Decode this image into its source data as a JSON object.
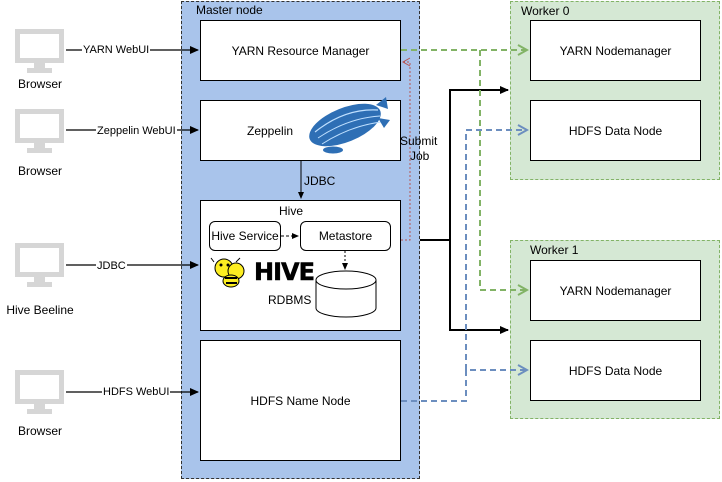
{
  "master": {
    "title": "Master node",
    "yarn_rm": "YARN Resource Manager",
    "zeppelin": "Zeppelin",
    "hive_title": "Hive",
    "hive_service": "Hive Service",
    "metastore": "Metastore",
    "hive_logo": "HIVE",
    "rdbms": "RDBMS",
    "hdfs_nn": "HDFS Name Node"
  },
  "workers": [
    {
      "title": "Worker 0",
      "yarn_nm": "YARN Nodemanager",
      "hdfs_dn": "HDFS Data Node"
    },
    {
      "title": "Worker 1",
      "yarn_nm": "YARN Nodemanager",
      "hdfs_dn": "HDFS Data Node"
    }
  ],
  "clients": [
    {
      "label": "Browser",
      "edge": "YARN WebUI",
      "icon": "monitor-icon"
    },
    {
      "label": "Browser",
      "edge": "Zeppelin WebUI",
      "icon": "monitor-icon"
    },
    {
      "label": "Hive Beeline",
      "edge": "JDBC",
      "icon": "monitor-icon"
    },
    {
      "label": "Browser",
      "edge": "HDFS WebUI",
      "icon": "monitor-icon"
    }
  ],
  "edges": {
    "jdbc": "JDBC",
    "submit_job_line1": "Submit",
    "submit_job_line2": "Job"
  },
  "colors": {
    "master_fill": "#a9c4eb",
    "worker_fill": "#d5e8d4",
    "worker_border": "#82b366",
    "yarn_edge": "#82b366",
    "hdfs_edge": "#6c8ebf",
    "submit_edge": "#b85450",
    "monitor": "#d6d6d6"
  },
  "icons": {
    "zeppelin": "zeppelin-airship-icon",
    "hive": "hive-bee-icon",
    "database": "database-cylinder-icon"
  }
}
